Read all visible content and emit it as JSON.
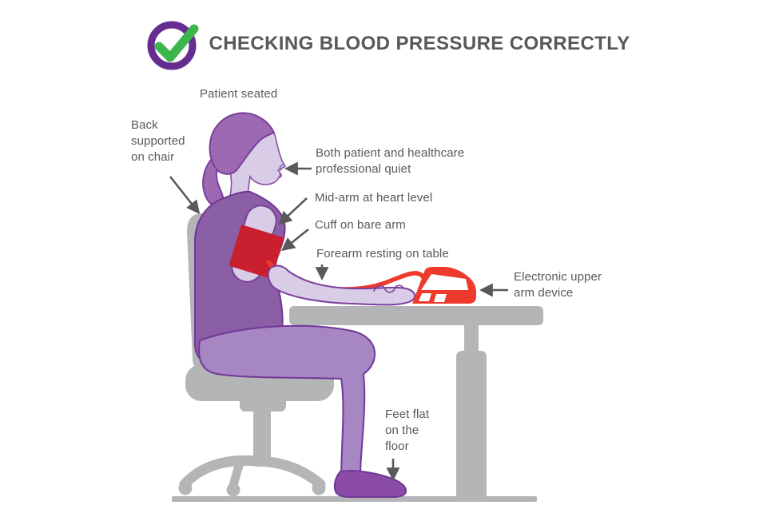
{
  "header": {
    "title": "CHECKING BLOOD PRESSURE CORRECTLY",
    "icon": "check-circle"
  },
  "labels": {
    "patient_seated": "Patient seated",
    "back_supported": "Back\nsupported\non chair",
    "both_quiet": "Both patient and healthcare\nprofessional quiet",
    "mid_arm": "Mid-arm at heart level",
    "cuff": "Cuff on bare arm",
    "forearm": "Forearm resting on table",
    "device": "Electronic upper\narm device",
    "feet_flat": "Feet flat\non the\nfloor"
  },
  "colors": {
    "text": "#58595b",
    "arrow": "#58595b",
    "icon_ring_purple": "#662d91",
    "icon_check_green": "#3cb54a",
    "device_red": "#ee3a2c",
    "cuff_red": "#c8202e",
    "furniture_gray": "#b4b5b7",
    "skin_lavender": "#d8cce7",
    "hair_purple": "#9c69b2",
    "dress_purple": "#8a5fa5",
    "legs_purple": "#a787c3",
    "shoe_purple": "#8a4ca6",
    "outline_purple": "#713797"
  }
}
